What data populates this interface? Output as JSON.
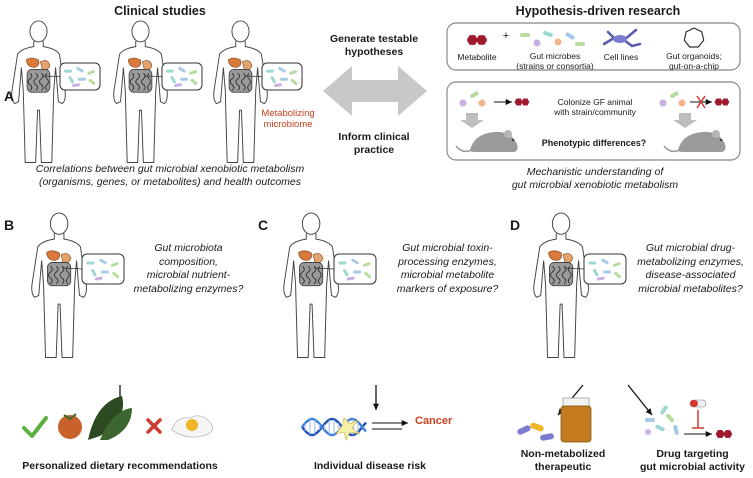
{
  "panelA": {
    "letter": "A",
    "clinical_title": "Clinical studies",
    "research_title": "Hypothesis-driven research",
    "metabolizing_label": "Metabolizing\nmicrobiome",
    "arrow_top_label": "Generate testable\nhypotheses",
    "arrow_bottom_label": "Inform clinical\npractice",
    "clinical_caption": "Correlations between gut microbial xenobiotic metabolism\n(organisms, genes, or metabolites) and health outcomes",
    "research_caption": "Mechanistic understanding of\ngut microbial xenobiotic metabolism",
    "box_items": {
      "metabolite": "Metabolite",
      "plus": "+",
      "microbes": "Gut microbes\n(strains or consortia)",
      "cell_lines": "Cell lines",
      "organoids": "Gut organoids;\ngut-on-a-chip"
    },
    "colonize_label": "Colonize GF animal\nwith strain/community",
    "phenotype_label": "Phenotypic differences?"
  },
  "panelB": {
    "letter": "B",
    "question": "Gut microbiota\ncomposition,\nmicrobial nutrient-\nmetabolizing enzymes?",
    "outcome": "Personalized dietary recommendations"
  },
  "panelC": {
    "letter": "C",
    "question": "Gut microbial toxin-\nprocessing enzymes,\nmicrobial metabolite\nmarkers of exposure?",
    "cancer_label": "Cancer",
    "outcome": "Individual disease risk"
  },
  "panelD": {
    "letter": "D",
    "question": "Gut microbial drug-\nmetabolizing enzymes,\ndisease-associated\nmicrobial metabolites?",
    "outcome_left": "Non-metabolized\ntherapeutic",
    "outcome_right": "Drug targeting\ngut microbial activity"
  },
  "colors": {
    "metabolite": "#a01a2e",
    "accent_red": "#c8401e",
    "gray_arrow": "#c8c8c8",
    "box_border": "#888888",
    "check_green": "#5cb040",
    "cross_red": "#d03a30"
  }
}
